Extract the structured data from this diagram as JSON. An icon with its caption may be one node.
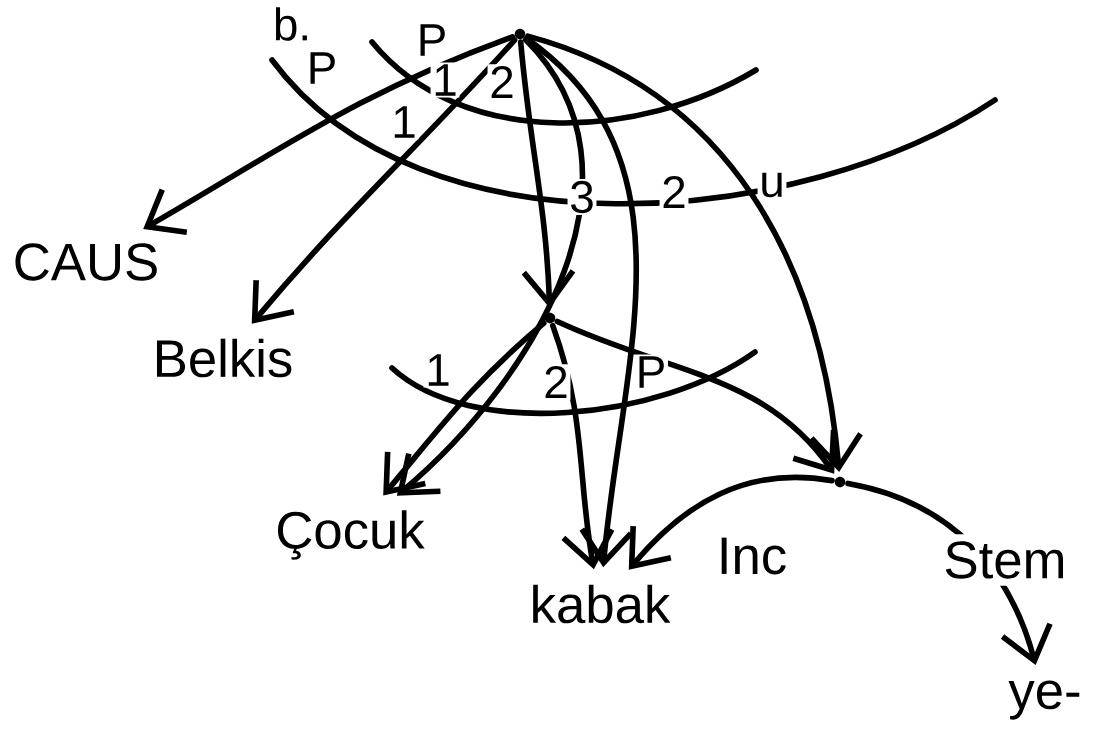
{
  "diagram": {
    "nodes": [
      {
        "text": [],
        "shape": "dot"
      },
      {
        "text": [
          "CAUS"
        ]
      },
      {
        "text": [
          "Belkis"
        ]
      },
      {
        "text": [],
        "shape": "dot"
      },
      {
        "text": [
          "Çocuk"
        ]
      },
      {
        "text": [
          "kabak"
        ]
      },
      {
        "text": [],
        "shape": "dot"
      },
      {
        "text": [
          "ye-"
        ]
      }
    ],
    "edges": [
      {
        "from": 0,
        "to": 1,
        "arrow": "to"
      },
      {
        "from": 0,
        "to": 2,
        "arrow": "to"
      },
      {
        "from": 0,
        "to": 3,
        "arrow": "to"
      },
      {
        "from": 0,
        "to": 4,
        "arrow": "to"
      },
      {
        "from": 0,
        "to": 5,
        "arrow": "to"
      },
      {
        "from": 0,
        "to": 6,
        "arrow": "to"
      },
      {
        "from": 3,
        "to": 4,
        "arrow": "to"
      },
      {
        "from": 3,
        "to": 5,
        "arrow": "to"
      },
      {
        "from": 3,
        "to": 6,
        "arrow": "to"
      },
      {
        "from": 6,
        "to": 5,
        "arrow": "to",
        "label": "Inc"
      },
      {
        "from": 6,
        "to": 7,
        "arrow": "to",
        "label": "Stem"
      }
    ],
    "labels": [
      "b.",
      "P",
      "P",
      "1",
      "2",
      "1",
      "3",
      "2",
      "u",
      "1",
      "2",
      "P"
    ]
  }
}
